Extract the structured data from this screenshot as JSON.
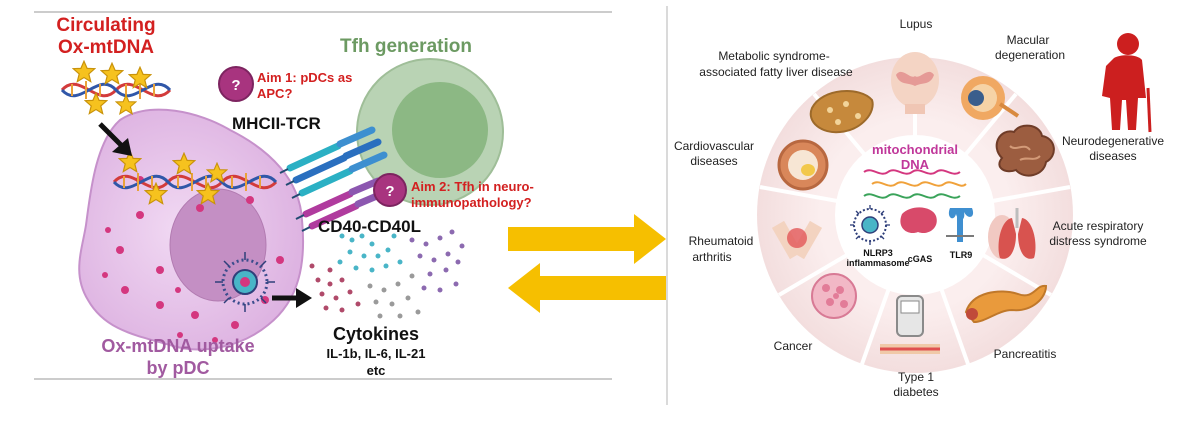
{
  "left_panel": {
    "circulating_line1": "Circulating",
    "circulating_line2": "Ox-mtDNA",
    "tfh_generation": "Tfh generation",
    "aim1_line1": "Aim 1: pDCs as",
    "aim1_line2": "APC?",
    "mhcii_tcr": "MHCII-TCR",
    "aim2_line1": "Aim 2: Tfh in neuro-",
    "aim2_line2": "immunopathology?",
    "cd40": "CD40-CD40L",
    "uptake_line1": "Ox-mtDNA uptake",
    "uptake_line2": "by pDC",
    "cytokines_title": "Cytokines",
    "cytokines_line2": "IL-1b, IL-6, IL-21",
    "cytokines_line3": "etc",
    "question_mark": "?"
  },
  "right_panel": {
    "center_line1": "mitochondrial",
    "center_line2": "DNA",
    "nlrp3_line1": "NLRP3",
    "nlrp3_line2": "inflammasome",
    "cgas": "cGAS",
    "tlr9": "TLR9",
    "diseases": {
      "lupus": "Lupus",
      "macular_1": "Macular",
      "macular_2": "degeneration",
      "metabolic_1": "Metabolic syndrome-",
      "metabolic_2": "associated fatty liver disease",
      "cardio_1": "Cardiovascular",
      "cardio_2": "diseases",
      "neuro_1": "Neurodegenerative",
      "neuro_2": "diseases",
      "ards_1": "Acute respiratory",
      "ards_2": "distress syndrome",
      "ra_1": "Rheumatoid",
      "ra_2": "arthritis",
      "cancer": "Cancer",
      "pancreatitis": "Pancreatitis",
      "t1d_1": "Type 1",
      "t1d_2": "diabetes"
    }
  },
  "colors": {
    "red_text": "#d32020",
    "tfh_green": "#6c9a62",
    "pdc_purple": "#a15aa0",
    "arrow_yellow": "#f6bf00",
    "wheel_pink": "#f6e4e4",
    "mito_magenta": "#c0379a"
  }
}
